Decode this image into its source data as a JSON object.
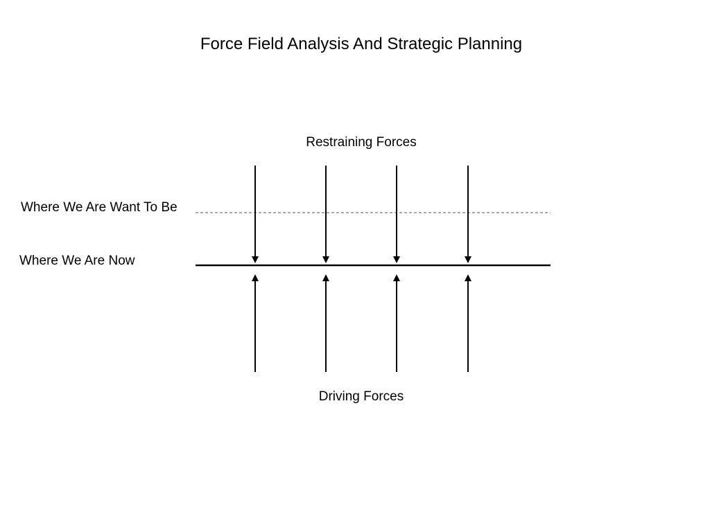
{
  "slide": {
    "title": "Force Field Analysis And Strategic Planning"
  },
  "diagram": {
    "restraining_label": "Restraining Forces",
    "driving_label": "Driving Forces",
    "want_label": "Where We Are Want To Be",
    "now_label": "Where We Are Now",
    "restraining_arrow_count": 4,
    "driving_arrow_count": 4,
    "line_color": "#000000",
    "target_line_color": "#555555"
  }
}
